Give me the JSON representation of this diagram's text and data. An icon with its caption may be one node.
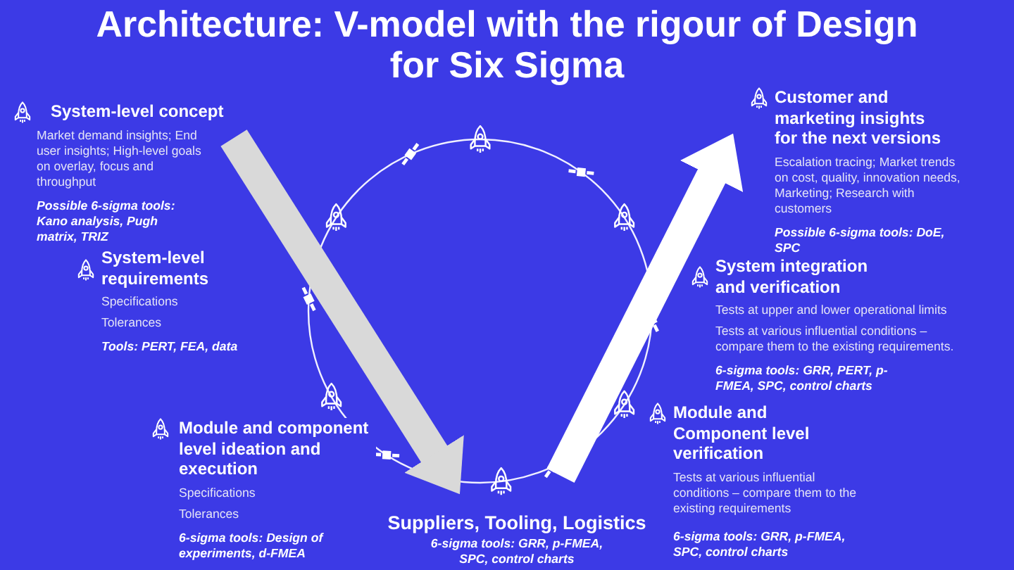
{
  "diagram": {
    "title": "Architecture: V-model with the rigour of Design for Six Sigma",
    "nodes": [
      {
        "text": [
          "System-level concept",
          "Market demand insights; End user insights; High-level goals on overlay, focus and throughput",
          "Possible 6-sigma tools: Kano analysis, Pugh matrix, TRIZ"
        ]
      },
      {
        "text": [
          "System-level requirements",
          "Specifications",
          "Tolerances",
          "Tools: PERT, FEA, data"
        ]
      },
      {
        "text": [
          "Module and component level ideation and execution",
          "Specifications",
          "Tolerances",
          "6-sigma tools: Design of experiments, d-FMEA"
        ]
      },
      {
        "text": [
          "Suppliers, Tooling, Logistics",
          "6-sigma tools: GRR, p-FMEA, SPC, control charts"
        ]
      },
      {
        "text": [
          "Module and Component level verification",
          "Tests at various influential conditions – compare them to the existing requirements",
          "6-sigma tools: GRR, p-FMEA, SPC, control charts"
        ]
      },
      {
        "text": [
          "System integration and verification",
          "Tests at upper and lower operational limits",
          "Tests at various influential conditions – compare them to the existing requirements.",
          "6-sigma tools: GRR, PERT, p-FMEA, SPC, control charts"
        ]
      },
      {
        "text": [
          "Customer and marketing insights for the next versions",
          "Escalation tracing; Market trends on cost, quality, innovation needs, Marketing; Research with customers",
          "Possible 6-sigma tools: DoE, SPC"
        ]
      }
    ],
    "edges": [
      {
        "from": 0,
        "to": 3,
        "arrow": "to",
        "color": "#d9d9d9"
      },
      {
        "from": 3,
        "to": 6,
        "arrow": "to",
        "color": "#ffffff"
      }
    ]
  }
}
